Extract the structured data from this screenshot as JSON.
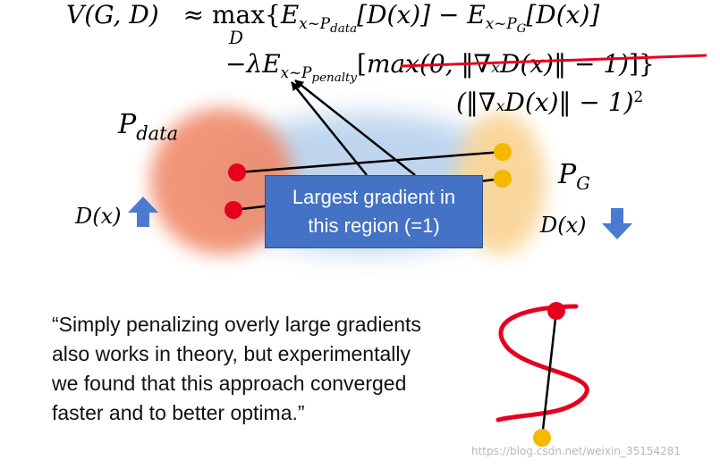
{
  "formula": {
    "line1": {
      "lhs": "V(G, D)",
      "approx": "≈ max",
      "max_sub": "D",
      "brace_open": "{",
      "e1": "E",
      "e1_sub_x": "x~P",
      "e1_sub_sub": "data",
      "term1": "[D(x)] − ",
      "e2": "E",
      "e2_sub_x": "x~P",
      "e2_sub_sub": "G",
      "term2": "[D(x)]"
    },
    "line2": {
      "prefix": "−λE",
      "sub_x": "x~P",
      "sub_sub": "penalty",
      "bracket_open": "[",
      "struck": "max(0, ‖∇ₓD(x)‖ − 1)",
      "bracket_close": "]}"
    },
    "line3": {
      "replacement": "(‖∇ₓD(x)‖ − 1)",
      "exponent": "2"
    }
  },
  "labels": {
    "p_data": "P",
    "p_data_sub": "data",
    "p_g": "P",
    "p_g_sub": "G",
    "d_left": "D(x)",
    "d_right": "D(x)"
  },
  "gradient_box": {
    "line1": "Largest gradient in",
    "line2": "this region (=1)"
  },
  "quote": {
    "text": "“Simply penalizing overly large gradients also works in theory, but experimentally we found that this approach converged faster and to better optima.”"
  },
  "watermark": "https://blog.csdn.net/weixin_35154281",
  "colors": {
    "data_blob": "#f08a6a",
    "middle_blob": "#a9c8e8",
    "generator_blob": "#fbd69a",
    "red_point": "#e6001e",
    "yellow_point": "#f5b800",
    "box_fill": "#4472c4",
    "arrow_blue": "#4a7bd0",
    "strike_red": "#e6001e"
  },
  "icons": {
    "up_arrow": "up-arrow-icon",
    "down_arrow": "down-arrow-icon"
  }
}
